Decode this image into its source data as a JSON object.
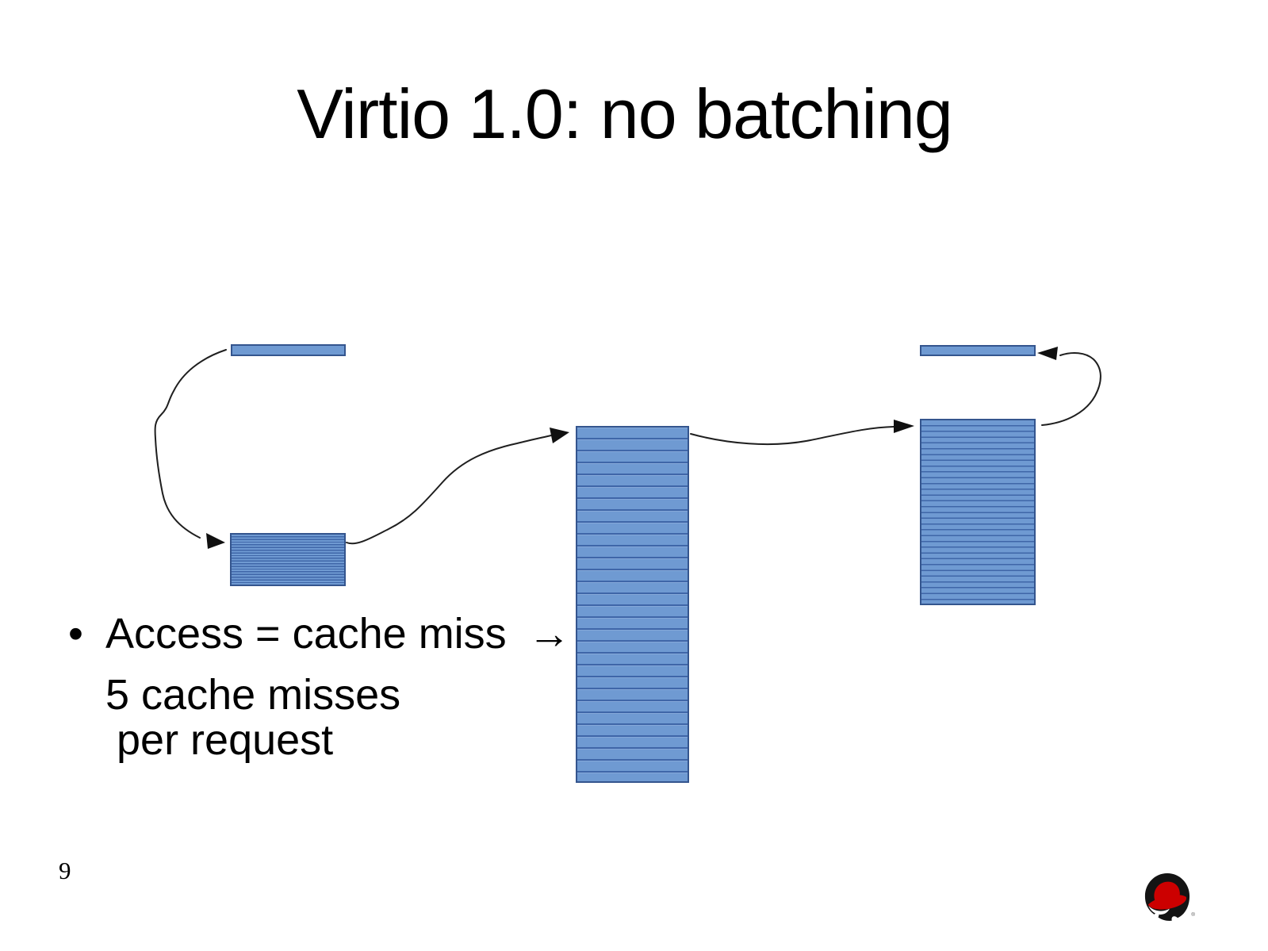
{
  "slide": {
    "title": "Virtio 1.0: no batching",
    "bullets": {
      "marker": "•",
      "line1": "Access = cache miss →",
      "line2": "5 cache misses",
      "line3": "per request"
    },
    "page_number": "9",
    "colors": {
      "background": "#ffffff",
      "text": "#000000",
      "box_fill": "#6f9ad2",
      "box_border": "#34558e",
      "box_stripe": "#3f66a8",
      "arrow_stroke": "#1f1f1f",
      "logo_red": "#cc0000",
      "logo_black": "#141414"
    },
    "diagram": {
      "description": "Five blue memory-region rectangles linked by four curved arrows, illustrating one cache miss per access (5 cache misses per request)",
      "boxes": [
        {
          "id": "left-top-bar",
          "striped": false
        },
        {
          "id": "left-small-box",
          "striped": true
        },
        {
          "id": "middle-tall-box",
          "striped": true
        },
        {
          "id": "right-box",
          "striped": true
        },
        {
          "id": "right-top-bar",
          "striped": false
        }
      ],
      "arrows": [
        {
          "from": "left-top-bar",
          "to": "left-small-box"
        },
        {
          "from": "left-small-box",
          "to": "middle-tall-box"
        },
        {
          "from": "middle-tall-box",
          "to": "right-box"
        },
        {
          "from": "right-box",
          "to": "right-top-bar"
        }
      ]
    }
  }
}
